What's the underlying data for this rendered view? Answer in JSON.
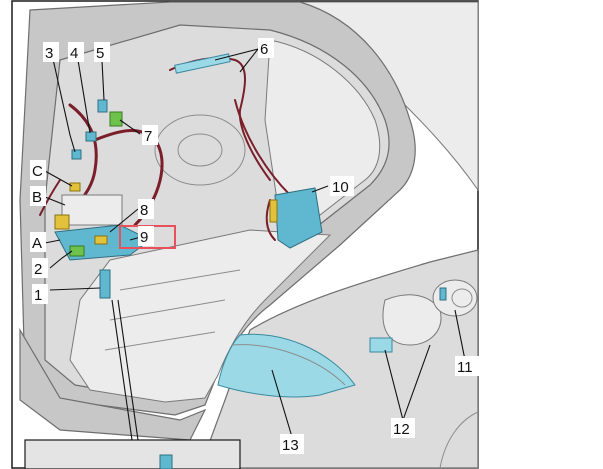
{
  "figure": {
    "callouts": [
      "1",
      "2",
      "3",
      "4",
      "5",
      "6",
      "7",
      "8",
      "9",
      "10",
      "11",
      "12",
      "13",
      "A",
      "B",
      "C"
    ],
    "colors": {
      "highlight": "#e8505b",
      "component_blue": "#5fb8cf",
      "component_green": "#6cc24a",
      "wiring": "#7a1f2a"
    },
    "highlighted_callout": "9"
  }
}
